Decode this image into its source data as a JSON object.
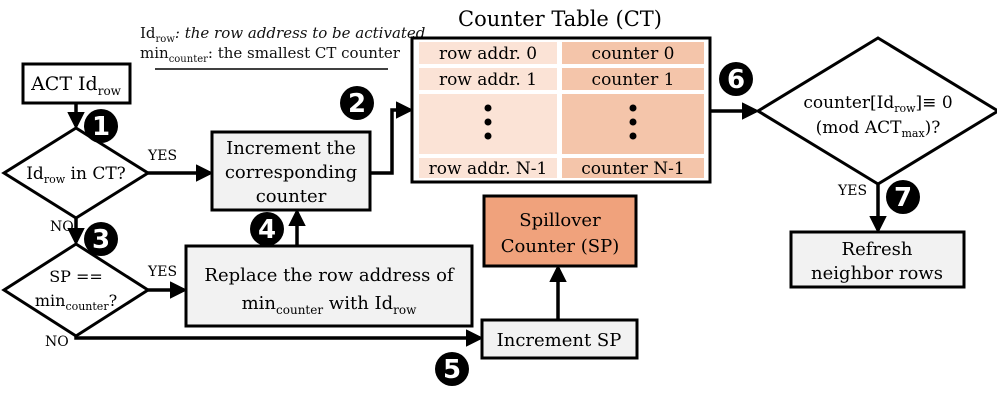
{
  "legend": {
    "line1_main": "Id",
    "line1_sub": "row",
    "line1_rest": ": the row address to be activated",
    "line2_main": "min",
    "line2_sub": "counter",
    "line2_rest": ": the smallest CT counter"
  },
  "table": {
    "title": "Counter Table (CT)",
    "rows": [
      {
        "addr": "row addr. 0",
        "counter": "counter 0"
      },
      {
        "addr": "row addr. 1",
        "counter": "counter 1"
      },
      {
        "addr": "row addr. N-1",
        "counter": "counter N-1"
      }
    ]
  },
  "nodes": {
    "act_main": "ACT Id",
    "act_sub": "row",
    "decision1_main": "Id",
    "decision1_sub": "row",
    "decision1_rest": " in CT?",
    "increment_line1": "Increment the",
    "increment_line2": "corresponding",
    "increment_line3": "counter",
    "decision3_line1": "SP ==",
    "decision3_main": "min",
    "decision3_sub": "counter",
    "decision3_rest": "?",
    "replace_line1": "Replace the row address of",
    "replace_min": "min",
    "replace_sub": "counter",
    "replace_mid": " with Id",
    "replace_sub2": "row",
    "spillover_line1": "Spillover",
    "spillover_line2": "Counter (SP)",
    "increment_sp": "Increment SP",
    "decision6_a": "counter[Id",
    "decision6_sub": "row",
    "decision6_b": "]≡ 0",
    "decision6_c": "(mod ACT",
    "decision6_sub2": "max",
    "decision6_d": ")?",
    "refresh_line1": "Refresh",
    "refresh_line2": "neighbor rows"
  },
  "labels": {
    "yes1": "YES",
    "no1": "NO",
    "yes3": "YES",
    "no3": "NO",
    "yes6": "YES"
  },
  "steps": [
    "1",
    "2",
    "3",
    "4",
    "5",
    "6",
    "7"
  ],
  "colors": {
    "box_fill": "#f2f2f2",
    "table_left": "#fbe3d6",
    "table_right": "#f4c5aa",
    "spillover_fill": "#f0a27c"
  }
}
